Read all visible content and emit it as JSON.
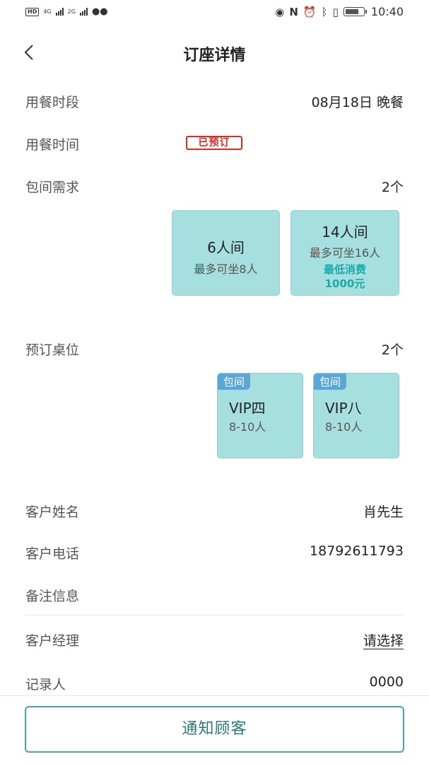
{
  "status_bar": {
    "left_badge": "HD",
    "net1": "4G",
    "net2": "2G",
    "time": "10:40",
    "icons": [
      "eye-icon",
      "nfc-icon",
      "alarm-icon",
      "bluetooth-icon",
      "vibrate-icon",
      "battery-icon"
    ]
  },
  "header": {
    "title": "订座详情",
    "back_icon": "chevron-left-icon"
  },
  "rows": {
    "dining_period": {
      "label": "用餐时段",
      "value": "08月18日 晚餐"
    },
    "dining_time": {
      "label": "用餐时间",
      "stamp": "已预订"
    },
    "room_requirement": {
      "label": "包间需求",
      "value": "2个"
    }
  },
  "rooms": [
    {
      "title": "6人间",
      "capacity": "最多可坐8人"
    },
    {
      "title": "14人间",
      "capacity": "最多可坐16人",
      "min_spend_label": "最低消费",
      "min_spend": "1000元"
    }
  ],
  "table_reservation": {
    "label": "预订桌位",
    "value": "2个"
  },
  "tables": [
    {
      "tag": "包间",
      "name": "VIP四",
      "size": "8-10人"
    },
    {
      "tag": "包间",
      "name": "VIP八",
      "size": "8-10人"
    }
  ],
  "customer": {
    "name_label": "客户姓名",
    "name": "肖先生",
    "phone_label": "客户电话",
    "phone": "18792611793",
    "remarks_label": "备注信息",
    "manager_label": "客户经理",
    "manager_value": "请选择",
    "recorder_label": "记录人",
    "recorder": "0000"
  },
  "footer": {
    "notify_button": "通知顾客"
  },
  "colors": {
    "accent": "#4aa6a3",
    "card_bg": "#a6dfdf",
    "tag_bg": "#5aa7d6",
    "stamp": "#e0281d",
    "min_spend": "#1aa9a9"
  }
}
